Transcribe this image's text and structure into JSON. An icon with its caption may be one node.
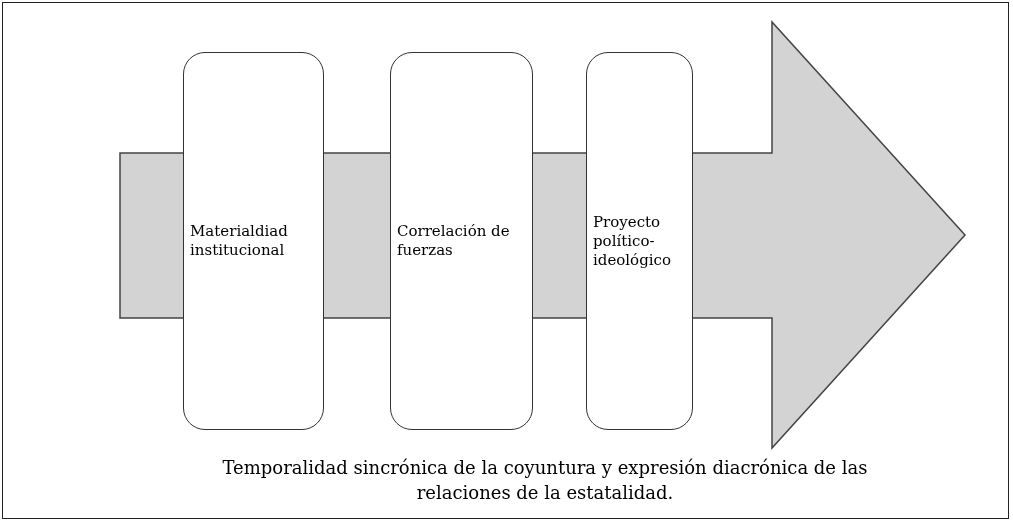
{
  "diagram": {
    "caption": "Temporalidad sincrónica de la coyuntura y expresión diacrónica de las relaciones de la estatalidad.",
    "nodes": [
      {
        "text": [
          "Materialdiad institucional"
        ]
      },
      {
        "text": [
          "Correlación de fuerzas"
        ]
      },
      {
        "text": [
          "Proyecto político-ideológico"
        ]
      }
    ],
    "edges": []
  }
}
